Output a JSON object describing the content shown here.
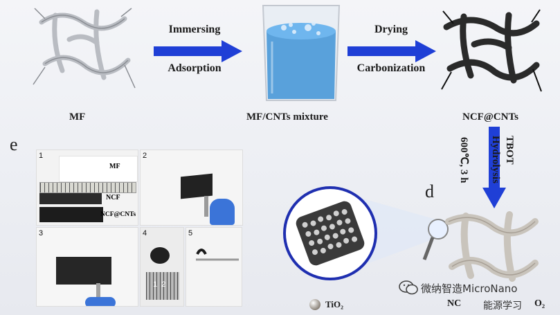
{
  "process": {
    "step1_label": "MF",
    "arrow1_top": "Immersing",
    "arrow1_bottom": "Adsorption",
    "step2_label": "MF/CNTs mixture",
    "arrow2_top": "Drying",
    "arrow2_bottom": "Carbonization",
    "step3_label": "NCF@CNTs",
    "arrow3_line1": "TBOT",
    "arrow3_line2": "Hydrolysis",
    "arrow3_line3": "600℃, 3 h",
    "step4_label_left": "NC",
    "step4_label_right": "O₂"
  },
  "panels": {
    "e_letter": "e",
    "d_letter": "d",
    "photo1": {
      "num": "1",
      "mf": "MF",
      "ncf": "NCF",
      "ncfcnt": "NCF@CNTs"
    },
    "photo2_num": "2",
    "photo3_num": "3",
    "photo4": {
      "num": "4",
      "ruler": "1  2"
    },
    "photo5_num": "5"
  },
  "legend": {
    "tio2_label": "TiO₂"
  },
  "watermark": {
    "line1": "微纳智造MicroNano",
    "line2": "能源学习"
  },
  "colors": {
    "arrow": "#1f3fd6",
    "circle": "#1f2fb0"
  }
}
